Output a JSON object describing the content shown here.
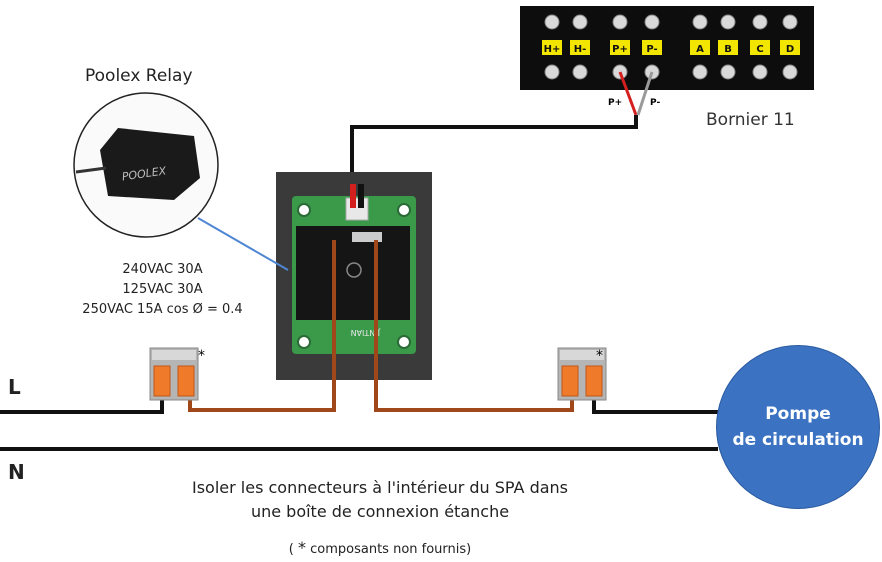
{
  "relay": {
    "title": "Poolex Relay",
    "photo_label": "POOLEX",
    "specs": [
      "240VAC 30A",
      "125VAC 30A",
      "250VAC 15A cos Ø = 0.4"
    ],
    "board_text": "JINTIAN"
  },
  "terminal_block": {
    "label": "Bornier 11",
    "terminals": [
      "H+",
      "H-",
      "P+",
      "P-",
      "A",
      "B",
      "C",
      "D"
    ],
    "wire_labels": [
      "P+",
      "P-"
    ]
  },
  "lines": {
    "live": "L",
    "neutral": "N"
  },
  "pump": {
    "line1": "Pompe",
    "line2": "de circulation"
  },
  "connectors": {
    "asterisk": "*"
  },
  "note": {
    "line1": "Isoler les connecteurs à l'intérieur du SPA dans",
    "line2": "une boîte de connexion étanche"
  },
  "footnote": {
    "open": "(",
    "star": "*",
    "text": "composants non fournis)"
  },
  "colors": {
    "wire_black": "#111111",
    "wire_brown": "#a0481a",
    "wire_red": "#d41f1f",
    "terminal_yellow": "#f2e600",
    "pump_blue": "#3b72c2",
    "connector_orange": "#ee7a2a",
    "pointer_blue": "#4f86d4"
  }
}
